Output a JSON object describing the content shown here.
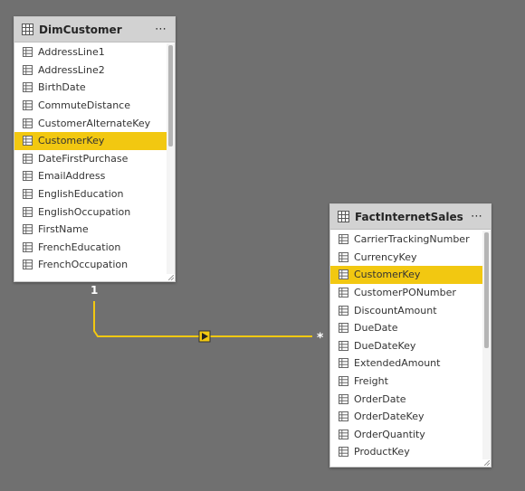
{
  "accent_color": "#f2c811",
  "tables": {
    "dim": {
      "title": "DimCustomer",
      "more_icon": "⋯",
      "fields": [
        {
          "label": "AddressLine1",
          "selected": false
        },
        {
          "label": "AddressLine2",
          "selected": false
        },
        {
          "label": "BirthDate",
          "selected": false
        },
        {
          "label": "CommuteDistance",
          "selected": false
        },
        {
          "label": "CustomerAlternateKey",
          "selected": false
        },
        {
          "label": "CustomerKey",
          "selected": true
        },
        {
          "label": "DateFirstPurchase",
          "selected": false
        },
        {
          "label": "EmailAddress",
          "selected": false
        },
        {
          "label": "EnglishEducation",
          "selected": false
        },
        {
          "label": "EnglishOccupation",
          "selected": false
        },
        {
          "label": "FirstName",
          "selected": false
        },
        {
          "label": "FrenchEducation",
          "selected": false
        },
        {
          "label": "FrenchOccupation",
          "selected": false
        }
      ]
    },
    "fact": {
      "title": "FactInternetSales",
      "more_icon": "⋯",
      "fields": [
        {
          "label": "CarrierTrackingNumber",
          "selected": false
        },
        {
          "label": "CurrencyKey",
          "selected": false
        },
        {
          "label": "CustomerKey",
          "selected": true
        },
        {
          "label": "CustomerPONumber",
          "selected": false
        },
        {
          "label": "DiscountAmount",
          "selected": false
        },
        {
          "label": "DueDate",
          "selected": false
        },
        {
          "label": "DueDateKey",
          "selected": false
        },
        {
          "label": "ExtendedAmount",
          "selected": false
        },
        {
          "label": "Freight",
          "selected": false
        },
        {
          "label": "OrderDate",
          "selected": false
        },
        {
          "label": "OrderDateKey",
          "selected": false
        },
        {
          "label": "OrderQuantity",
          "selected": false
        },
        {
          "label": "ProductKey",
          "selected": false
        }
      ]
    }
  },
  "relationship": {
    "from_cardinality": "1",
    "to_cardinality": "*"
  }
}
